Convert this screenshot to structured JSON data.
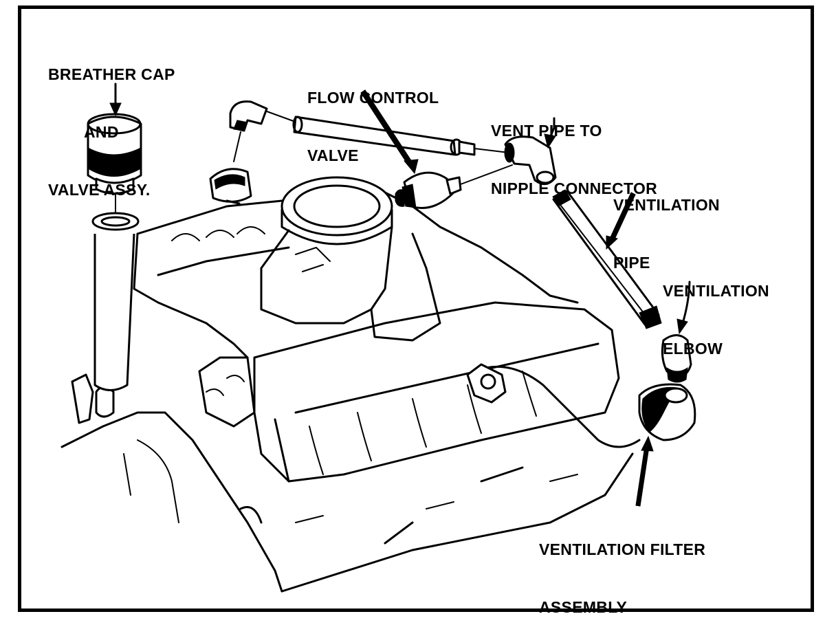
{
  "labels": {
    "breather_cap": [
      "BREATHER CAP",
      "AND",
      "VALVE ASSY."
    ],
    "flow_control_valve": [
      "FLOW CONTROL",
      "VALVE"
    ],
    "vent_pipe": [
      "VENT PIPE TO",
      "NIPPLE CONNECTOR"
    ],
    "ventilation_pipe": [
      "VENTILATION",
      "PIPE"
    ],
    "ventilation_elbow": [
      "VENTILATION",
      "ELBOW"
    ],
    "ventilation_filter": [
      "VENTILATION FILTER",
      "ASSEMBLY"
    ]
  }
}
